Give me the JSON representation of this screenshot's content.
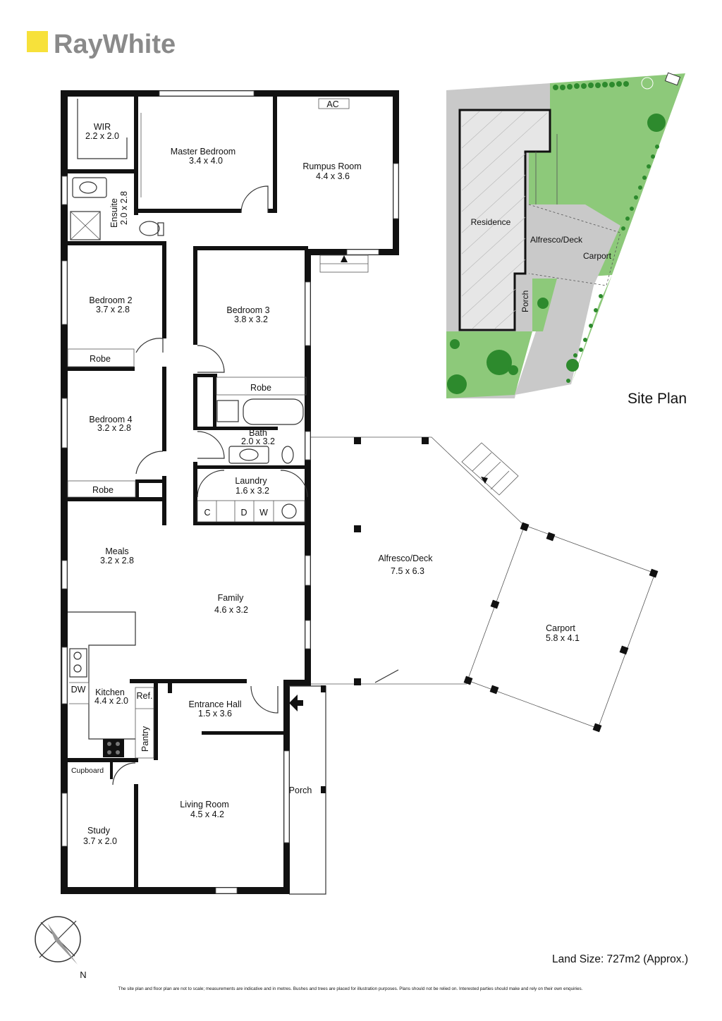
{
  "brand": {
    "name": "RayWhite",
    "mark_color": "#f7e13a",
    "text_color": "#8a8a8a"
  },
  "rooms": {
    "wir": {
      "name": "WIR",
      "size": "2.2 x 2.0"
    },
    "master": {
      "name": "Master Bedroom",
      "size": "3.4 x 4.0"
    },
    "rumpus": {
      "name": "Rumpus Room",
      "size": "4.4 x 3.6"
    },
    "ac": "AC",
    "ensuite": {
      "name": "Ensuite",
      "size": "2.0 x 2.8"
    },
    "bed2": {
      "name": "Bedroom 2",
      "size": "3.7 x 2.8"
    },
    "bed3": {
      "name": "Bedroom 3",
      "size": "3.8 x 3.2"
    },
    "bed4": {
      "name": "Bedroom 4",
      "size": "3.2 x 2.8"
    },
    "robe2": "Robe",
    "robe3": "Robe",
    "robe4": "Robe",
    "bath": {
      "name": "Bath",
      "size": "2.0 x 3.2"
    },
    "laundry": {
      "name": "Laundry",
      "size": "1.6 x 3.2"
    },
    "laundry_c": "C",
    "laundry_d": "D",
    "laundry_w": "W",
    "meals": {
      "name": "Meals",
      "size": "3.2 x 2.8"
    },
    "family": {
      "name": "Family",
      "size": "4.6 x 3.2"
    },
    "kitchen": {
      "name": "Kitchen",
      "size": "4.4 x 2.0"
    },
    "dw": "DW",
    "ref": "Ref.",
    "pantry": "Pantry",
    "entrance": {
      "name": "Entrance Hall",
      "size": "1.5 x 3.6"
    },
    "cupboard": "Cupboard",
    "study": {
      "name": "Study",
      "size": "3.7 x 2.0"
    },
    "living": {
      "name": "Living Room",
      "size": "4.5 x 4.2"
    },
    "porch": "Porch",
    "alfresco": {
      "name": "Alfresco/Deck",
      "size": "7.5 x 6.3"
    },
    "carport": {
      "name": "Carport",
      "size": "5.8 x 4.1"
    }
  },
  "site_plan": {
    "title": "Site Plan",
    "residence": "Residence",
    "alfresco": "Alfresco/Deck",
    "carport": "Carport",
    "porch": "Porch",
    "lawn_color": "#8dc97a",
    "paving_color": "#c9c9c9"
  },
  "compass": {
    "north": "N"
  },
  "land_size": "Land Size: 727m2 (Approx.)",
  "disclaimer": "The site plan and floor plan are not to scale; measurements are indicative and in metres. Bushes and trees are placed for illustration purposes. Plans should not be relied on. Interested parties should make and rely on their own enquiries."
}
